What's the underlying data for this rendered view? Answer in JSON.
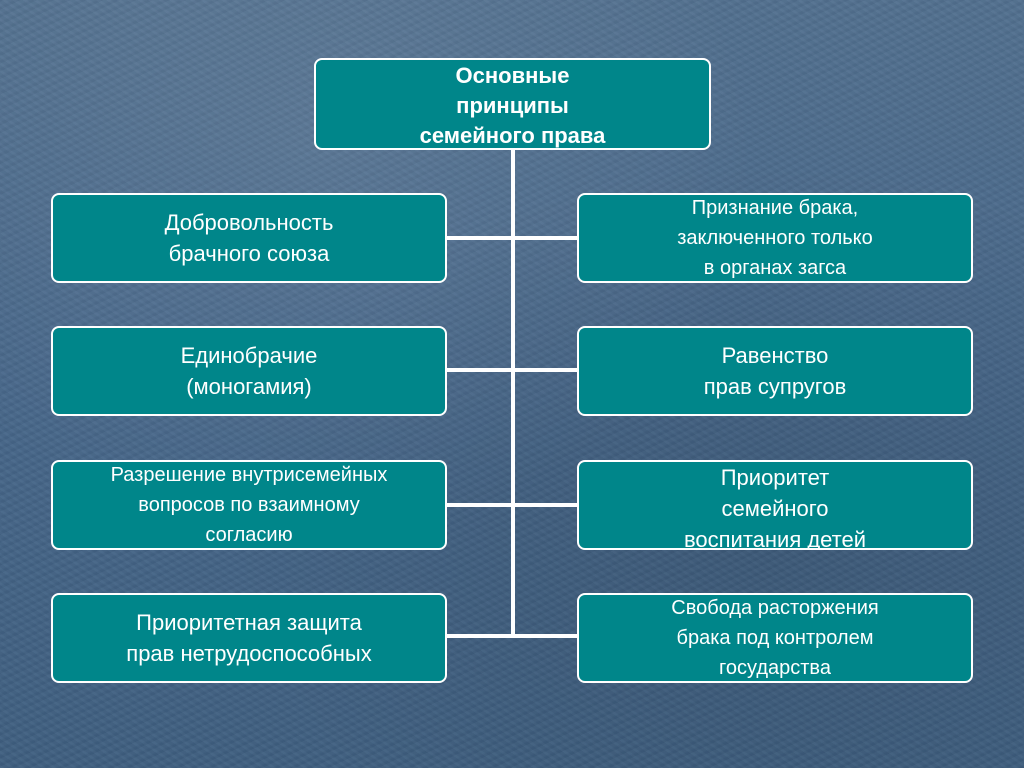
{
  "diagram": {
    "root": {
      "text": "Основные\nпринципы\nсемейного права"
    },
    "left": [
      {
        "text": "Добровольность\nбрачного союза"
      },
      {
        "text": "Единобрачие\n(моногамия)"
      },
      {
        "text": "Разрешение внутрисемейных\nвопросов по взаимному\nсогласию"
      },
      {
        "text": "Приоритетная защита\nправ нетрудоспособных"
      }
    ],
    "right": [
      {
        "text": "Признание брака,\nзаключенного только\nв органах загса"
      },
      {
        "text": "Равенство\nправ супругов"
      },
      {
        "text": "Приоритет\nсемейного\nвоспитания детей"
      },
      {
        "text": "Свобода расторжения\nбрака под контролем\nгосударства"
      }
    ]
  },
  "colors": {
    "box_fill": "#00868a",
    "box_border": "#ffffff",
    "connector": "#ffffff",
    "background": "#4a6a8a"
  }
}
